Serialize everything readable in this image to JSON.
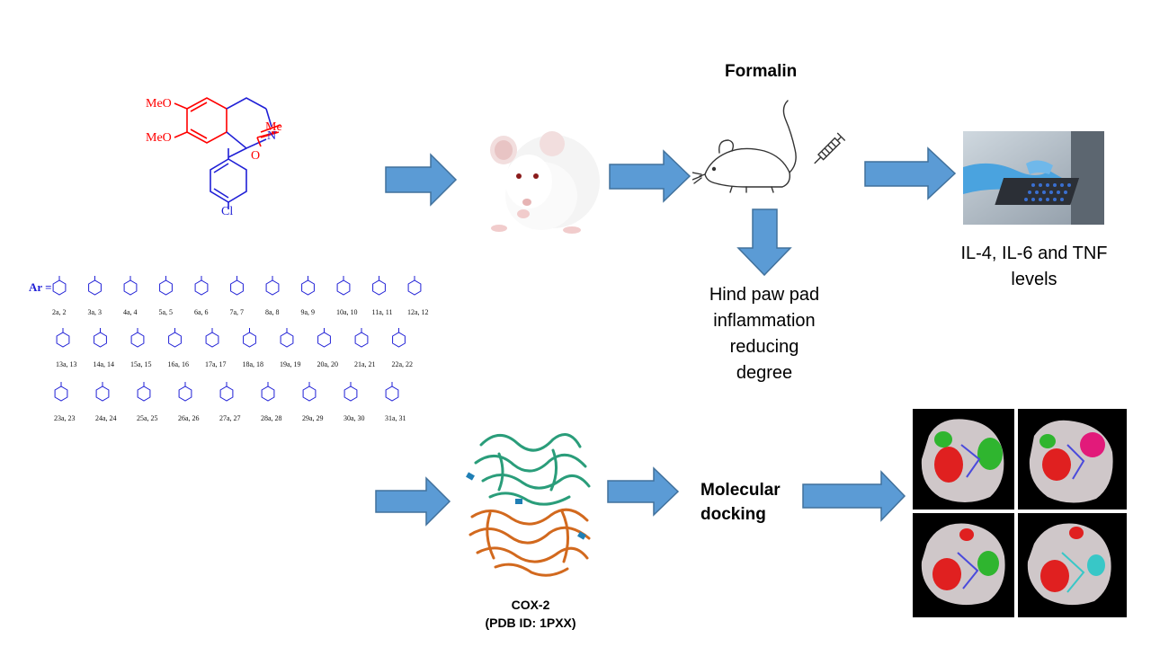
{
  "colors": {
    "arrow_fill": "#5b9bd5",
    "arrow_stroke": "#41719c",
    "chem_red": "#ff0000",
    "chem_blue": "#1f1fd6",
    "protein_green": "#2a9d7a",
    "protein_orange": "#d2691e"
  },
  "compound": {
    "group_top": "MeO",
    "group_bottom": "MeO",
    "nitrogen": "N",
    "methyl": "Me",
    "oxygen": "O",
    "halogen": "Cl"
  },
  "series": {
    "ar_label": "Ar =",
    "row1": [
      "2a, 2",
      "3a, 3",
      "4a, 4",
      "5a, 5",
      "6a, 6",
      "7a, 7",
      "8a, 8",
      "9a, 9",
      "10a, 10",
      "11a, 11",
      "12a, 12"
    ],
    "row2": [
      "13a, 13",
      "14a, 14",
      "15a, 15",
      "16a, 16",
      "17a, 17",
      "18a, 18",
      "19a, 19",
      "20a, 20",
      "21a, 21",
      "22a, 22"
    ],
    "row3": [
      "23a, 23",
      "24a, 24",
      "25a, 25",
      "26a, 26",
      "27a, 27",
      "28a, 28",
      "29a, 29",
      "30a, 30",
      "31a, 31"
    ]
  },
  "labels": {
    "formalin": "Formalin",
    "hind_paw_1": "Hind paw pad",
    "hind_paw_2": "inflammation",
    "hind_paw_3": "reducing",
    "hind_paw_4": "degree",
    "il_1": "IL-4, IL-6 and TNF",
    "il_2": "levels",
    "docking_1": "Molecular",
    "docking_2": "docking",
    "cox_1": "COX-2",
    "cox_2": "(PDB ID: 1PXX)"
  }
}
